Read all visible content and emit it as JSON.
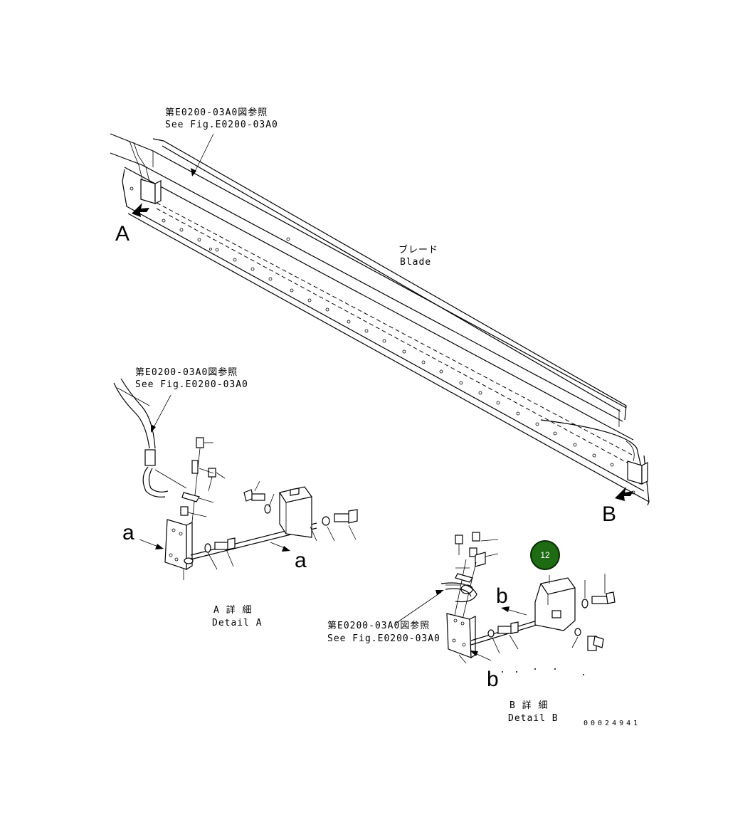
{
  "refs": {
    "top": {
      "jp": "第E0200-03A0図参照",
      "en": "See Fig.E0200-03A0"
    },
    "detail_a": {
      "jp": "第E0200-03A0図参照",
      "en": "See Fig.E0200-03A0"
    },
    "detail_b": {
      "jp": "第E0200-03A0図参照",
      "en": "See Fig.E0200-03A0"
    }
  },
  "blade": {
    "jp": "ブレード",
    "en": "Blade"
  },
  "views": {
    "a_big": "A",
    "b_big": "B",
    "a_small_1": "a",
    "a_small_2": "a",
    "b_small_1": "b",
    "b_small_2": "b"
  },
  "details": {
    "a": {
      "jp": "A 詳 細",
      "en": "Detail A"
    },
    "b": {
      "jp": "B 詳 細",
      "en": "Detail B"
    }
  },
  "badge": {
    "label": "12",
    "color": "#1d6b12"
  },
  "doc_number": "00024941"
}
